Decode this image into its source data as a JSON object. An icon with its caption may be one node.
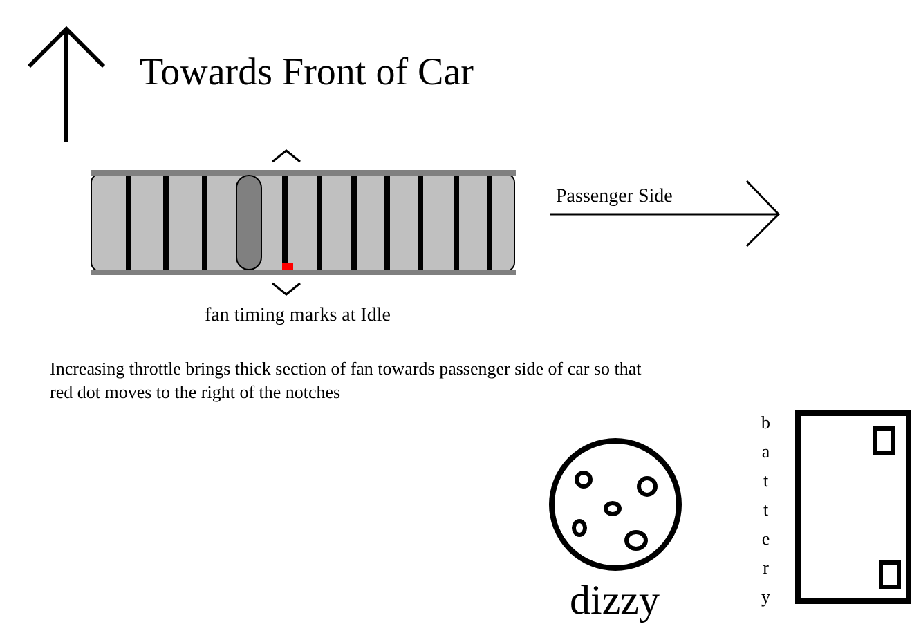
{
  "diagram": {
    "labels": [
      "Towards Front of Car",
      "Passenger Side",
      "fan timing marks at Idle",
      "Increasing throttle brings thick section of fan towards passenger side of car  so that red dot moves to the right of the notches",
      "dizzy",
      "battery"
    ]
  }
}
